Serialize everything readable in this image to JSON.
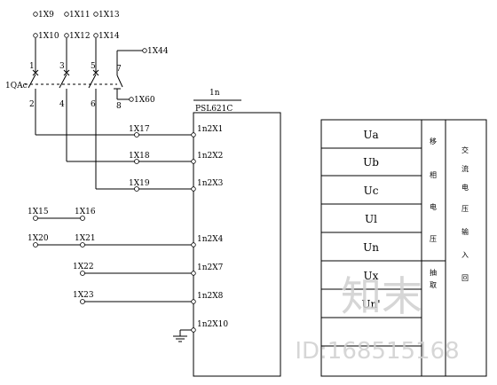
{
  "breaker": {
    "name": "1QAc",
    "top_terminals": [
      {
        "upper": "1X9",
        "lower": "1X10",
        "pole_top": "1",
        "pole_bottom": "2"
      },
      {
        "upper": "1X11",
        "lower": "1X12",
        "pole_top": "3",
        "pole_bottom": "4"
      },
      {
        "upper": "1X13",
        "lower": "1X14",
        "pole_top": "5",
        "pole_bottom": "6"
      }
    ],
    "aux_contact": {
      "top": "7",
      "bottom": "8",
      "top_terminal": "1X44",
      "bottom_terminal": "1X60"
    }
  },
  "device": {
    "id": "1n",
    "model": "PSL621C"
  },
  "wires": [
    {
      "terminal": "1X17",
      "pin": "1n2X1"
    },
    {
      "terminal": "1X18",
      "pin": "1n2X2"
    },
    {
      "terminal": "1X19",
      "pin": "1n2X3"
    }
  ],
  "loose_terminals": [
    "1X15",
    "1X16"
  ],
  "lower_wires": [
    {
      "left": "1X20",
      "right": "1X21",
      "pin": "1n2X4"
    },
    {
      "terminal": "1X22",
      "pin": "1n2X7"
    },
    {
      "terminal": "1X23",
      "pin": "1n2X8"
    }
  ],
  "ground_pin": "1n2X10",
  "table": {
    "rows": [
      "Ua",
      "Ub",
      "Uc",
      "Ul",
      "Un",
      "Ux",
      "Un'"
    ],
    "group1": [
      "移",
      "相",
      "电",
      "压"
    ],
    "group2": [
      "抽",
      "取"
    ],
    "side": [
      "交",
      "流",
      "电",
      "压",
      "输",
      "入",
      "回"
    ]
  },
  "watermark": {
    "brand": "知末",
    "id": "ID:168515168"
  }
}
